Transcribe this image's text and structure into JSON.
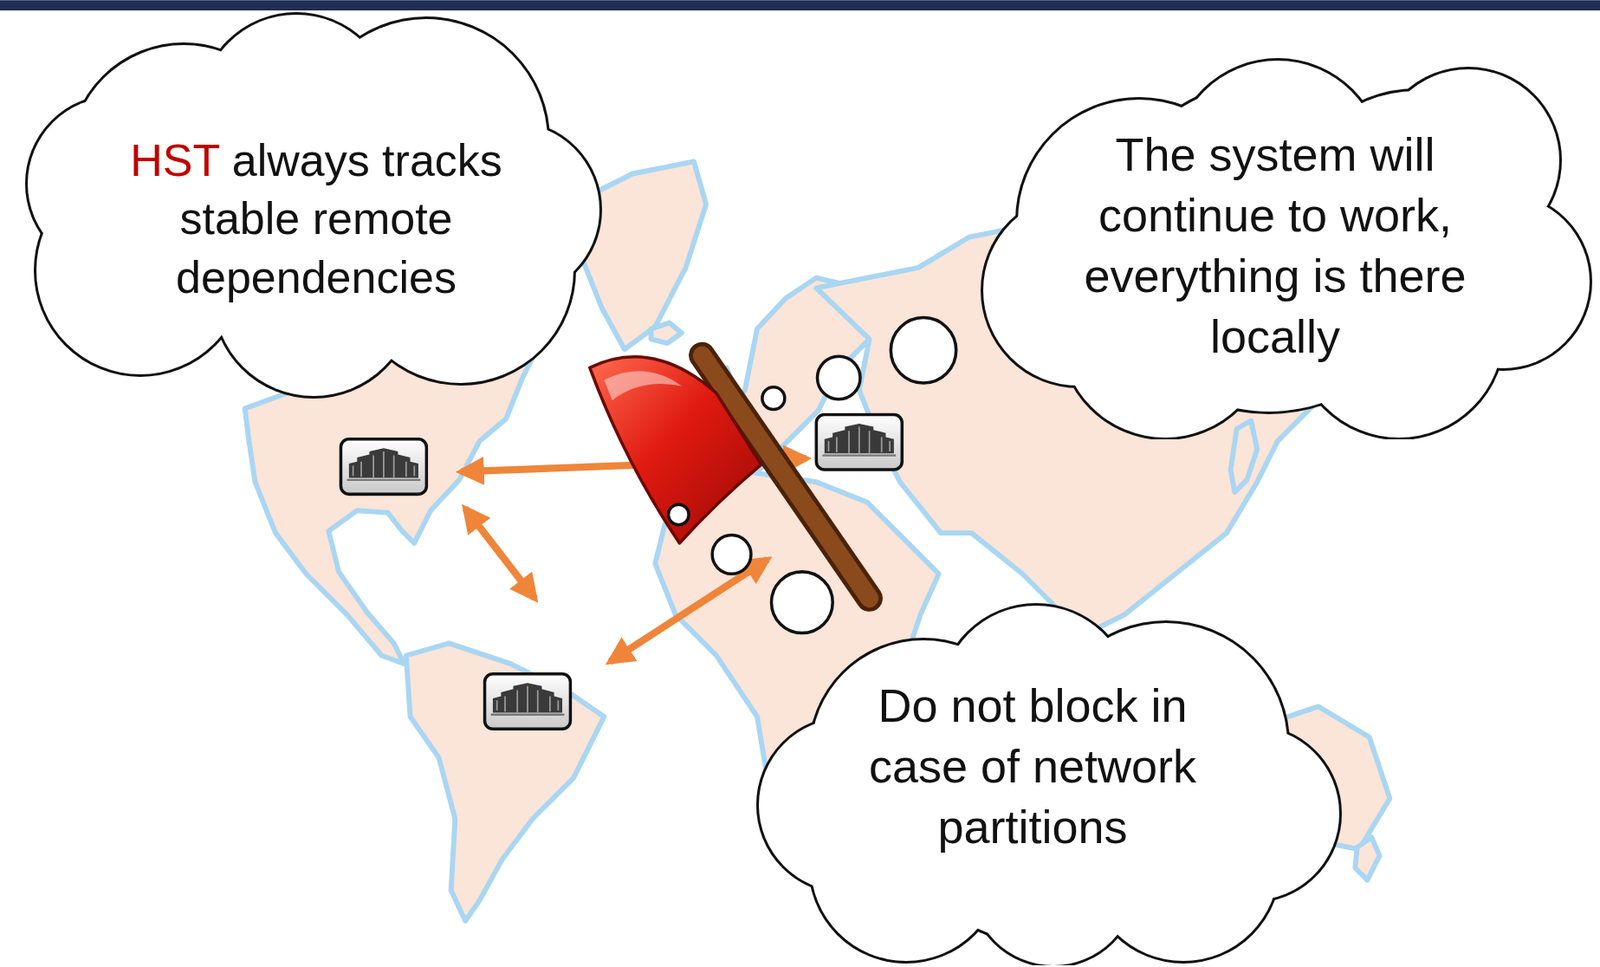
{
  "diagram": {
    "nodes": [
      {
        "text": [
          "HST",
          "always tracks stable remote dependencies"
        ]
      },
      {
        "text": [
          "The system will continue to work, everything is there locally"
        ]
      },
      {
        "text": [
          "Do not block in case of network partitions"
        ]
      }
    ]
  }
}
